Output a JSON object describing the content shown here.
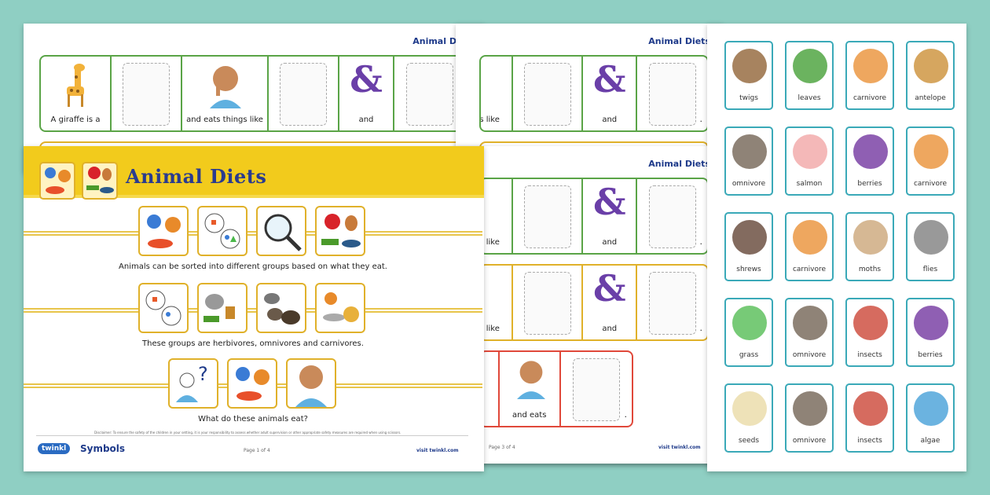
{
  "header_title": "Animal Diets",
  "main_title": "Animal Diets",
  "strip1": {
    "c1": "A giraffe is a",
    "c3": "and eats things like",
    "c5": "and",
    "c7": "."
  },
  "strip_p3": {
    "c1": "gs like",
    "c3": "and",
    "c5": "."
  },
  "strip_p3b": {
    "c1": "gs like",
    "c3": "and",
    "c5": "."
  },
  "strip_p3c": {
    "c2": "and eats",
    "c3": "."
  },
  "cap1": "Animals can be sorted into different groups based on what they eat.",
  "cap2": "These groups are herbivores, omnivores and carnivores.",
  "cap3": "What do these animals eat?",
  "disclaimer": "Disclaimer: To ensure the safety of the children in your setting, it is your responsibility to assess whether adult supervision or other appropriate safety measures are required when using scissors.",
  "footer": {
    "logo": "twinkl",
    "symbols": "Symbols",
    "page1": "Page 1 of 4",
    "page3": "Page 3 of 4",
    "visit": "visit twinkl.com"
  },
  "cards": [
    "twigs",
    "leaves",
    "carnivore",
    "antelope",
    "omnivore",
    "salmon",
    "berries",
    "carnivore",
    "shrews",
    "carnivore",
    "moths",
    "flies",
    "grass",
    "omnivore",
    "insects",
    "berries",
    "seeds",
    "omnivore",
    "insects",
    "algae"
  ],
  "colors": {
    "bg": "#8fcfc3",
    "banner": "#f2cb1c",
    "green": "#5aa447",
    "yellow": "#e0b12a",
    "purple": "#6a3fa8",
    "teal": "#3aa9b8"
  }
}
